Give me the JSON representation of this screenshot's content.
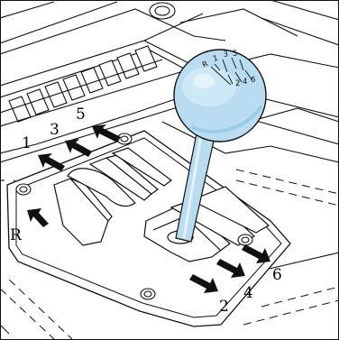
{
  "colors": {
    "line": "#111111",
    "knob_fill": "#b9dcf1",
    "knob_shade": "#9ccbe8",
    "knob_highlight": "#e3f2fb",
    "background": "#ffffff"
  },
  "gear_labels": {
    "g1": "1",
    "g2": "2",
    "g3": "3",
    "g4": "4",
    "g5": "5",
    "g6": "6",
    "reverse": "R"
  },
  "knob_pattern": {
    "r": "R",
    "n1": "1",
    "n3": "3",
    "n5": "5",
    "n2": "2",
    "n4": "4",
    "n6": "6"
  },
  "icons": [
    "screw-icon",
    "arrow-icon"
  ]
}
